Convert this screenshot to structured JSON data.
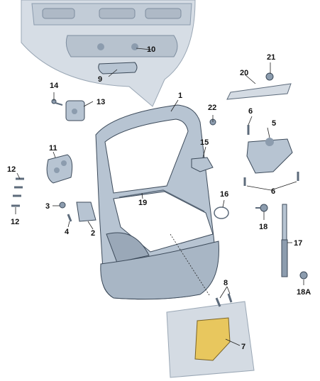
{
  "callouts": {
    "c1": "1",
    "c2": "2",
    "c3": "3",
    "c4": "4",
    "c5": "5",
    "c6a": "6",
    "c6b": "6",
    "c7": "7",
    "c8": "8",
    "c9": "9",
    "c10": "10",
    "c11": "11",
    "c12a": "12",
    "c12b": "12",
    "c13": "13",
    "c14": "14",
    "c15": "15",
    "c16": "16",
    "c17": "17",
    "c18": "18",
    "c18a": "18A",
    "c19": "19",
    "c20": "20",
    "c21": "21",
    "c22": "22"
  },
  "colors": {
    "part_fill": "#b7c4d2",
    "part_dark": "#8c9cae",
    "part_light": "#dbe3eb",
    "inset_bg": "#d4dbe3",
    "highlight": "#e8c75e",
    "label": "#111111"
  }
}
